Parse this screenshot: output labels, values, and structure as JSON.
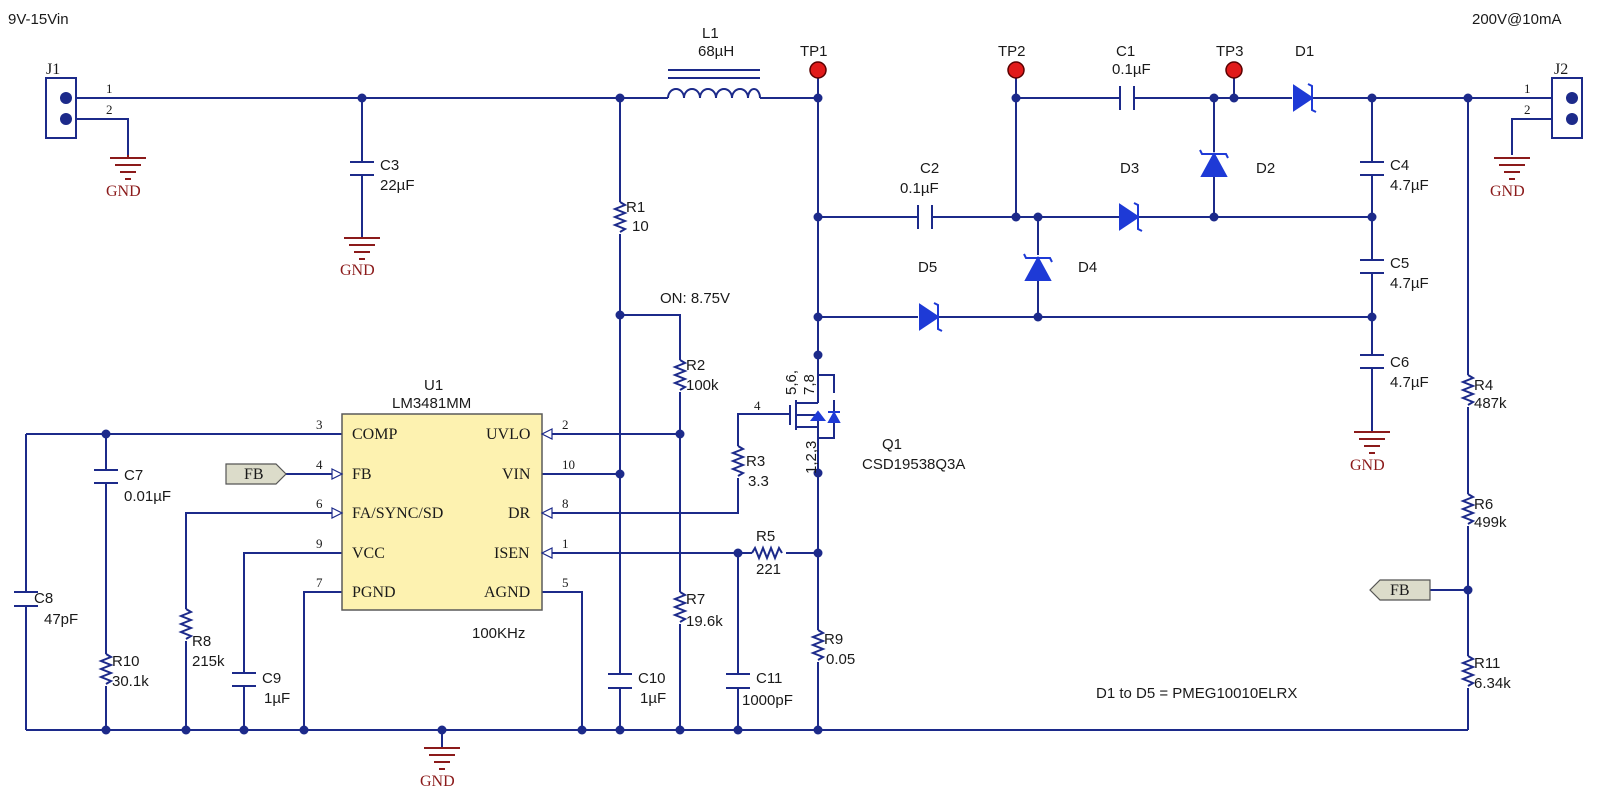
{
  "notes": {
    "input": "9V-15Vin",
    "output": "200V@10mA",
    "on_threshold": "ON: 8.75V",
    "frequency": "100KHz",
    "diode_part": "D1 to D5 = PMEG10010ELRX"
  },
  "connectors": {
    "j1": {
      "ref": "J1",
      "pin1": "1",
      "pin2": "2"
    },
    "j2": {
      "ref": "J2",
      "pin1": "1",
      "pin2": "2"
    }
  },
  "ground_label": "GND",
  "inductor": {
    "ref": "L1",
    "value": "68µH"
  },
  "test_points": [
    "TP1",
    "TP2",
    "TP3"
  ],
  "capacitors": {
    "c1": {
      "ref": "C1",
      "value": "0.1µF"
    },
    "c2": {
      "ref": "C2",
      "value": "0.1µF"
    },
    "c3": {
      "ref": "C3",
      "value": "22µF"
    },
    "c4": {
      "ref": "C4",
      "value": "4.7µF"
    },
    "c5": {
      "ref": "C5",
      "value": "4.7µF"
    },
    "c6": {
      "ref": "C6",
      "value": "4.7µF"
    },
    "c7": {
      "ref": "C7",
      "value": "0.01µF"
    },
    "c8": {
      "ref": "C8",
      "value": "47pF"
    },
    "c9": {
      "ref": "C9",
      "value": "1µF"
    },
    "c10": {
      "ref": "C10",
      "value": "1µF"
    },
    "c11": {
      "ref": "C11",
      "value": "1000pF"
    }
  },
  "resistors": {
    "r1": {
      "ref": "R1",
      "value": "10"
    },
    "r2": {
      "ref": "R2",
      "value": "100k"
    },
    "r3": {
      "ref": "R3",
      "value": "3.3"
    },
    "r4": {
      "ref": "R4",
      "value": "487k"
    },
    "r5": {
      "ref": "R5",
      "value": "221"
    },
    "r6": {
      "ref": "R6",
      "value": "499k"
    },
    "r7": {
      "ref": "R7",
      "value": "19.6k"
    },
    "r8": {
      "ref": "R8",
      "value": "215k"
    },
    "r9": {
      "ref": "R9",
      "value": "0.05"
    },
    "r10": {
      "ref": "R10",
      "value": "30.1k"
    },
    "r11": {
      "ref": "R11",
      "value": "6.34k"
    }
  },
  "diodes": [
    "D1",
    "D2",
    "D3",
    "D4",
    "D5"
  ],
  "mosfet": {
    "ref": "Q1",
    "part": "CSD19538Q3A",
    "pin_drain": "5,6,",
    "pin_drain2": "7,8",
    "pin_gate": "4",
    "pin_source": "1,2,3"
  },
  "ic": {
    "ref": "U1",
    "part": "LM3481MM",
    "left_pins": [
      {
        "name": "COMP",
        "num": "3"
      },
      {
        "name": "FB",
        "num": "4"
      },
      {
        "name": "FA/SYNC/SD",
        "num": "6"
      },
      {
        "name": "VCC",
        "num": "9"
      },
      {
        "name": "PGND",
        "num": "7"
      }
    ],
    "right_pins": [
      {
        "name": "UVLO",
        "num": "2"
      },
      {
        "name": "VIN",
        "num": "10"
      },
      {
        "name": "DR",
        "num": "8"
      },
      {
        "name": "ISEN",
        "num": "1"
      },
      {
        "name": "AGND",
        "num": "5"
      }
    ]
  },
  "ports": {
    "fb_left": "FB",
    "fb_right": "FB"
  }
}
